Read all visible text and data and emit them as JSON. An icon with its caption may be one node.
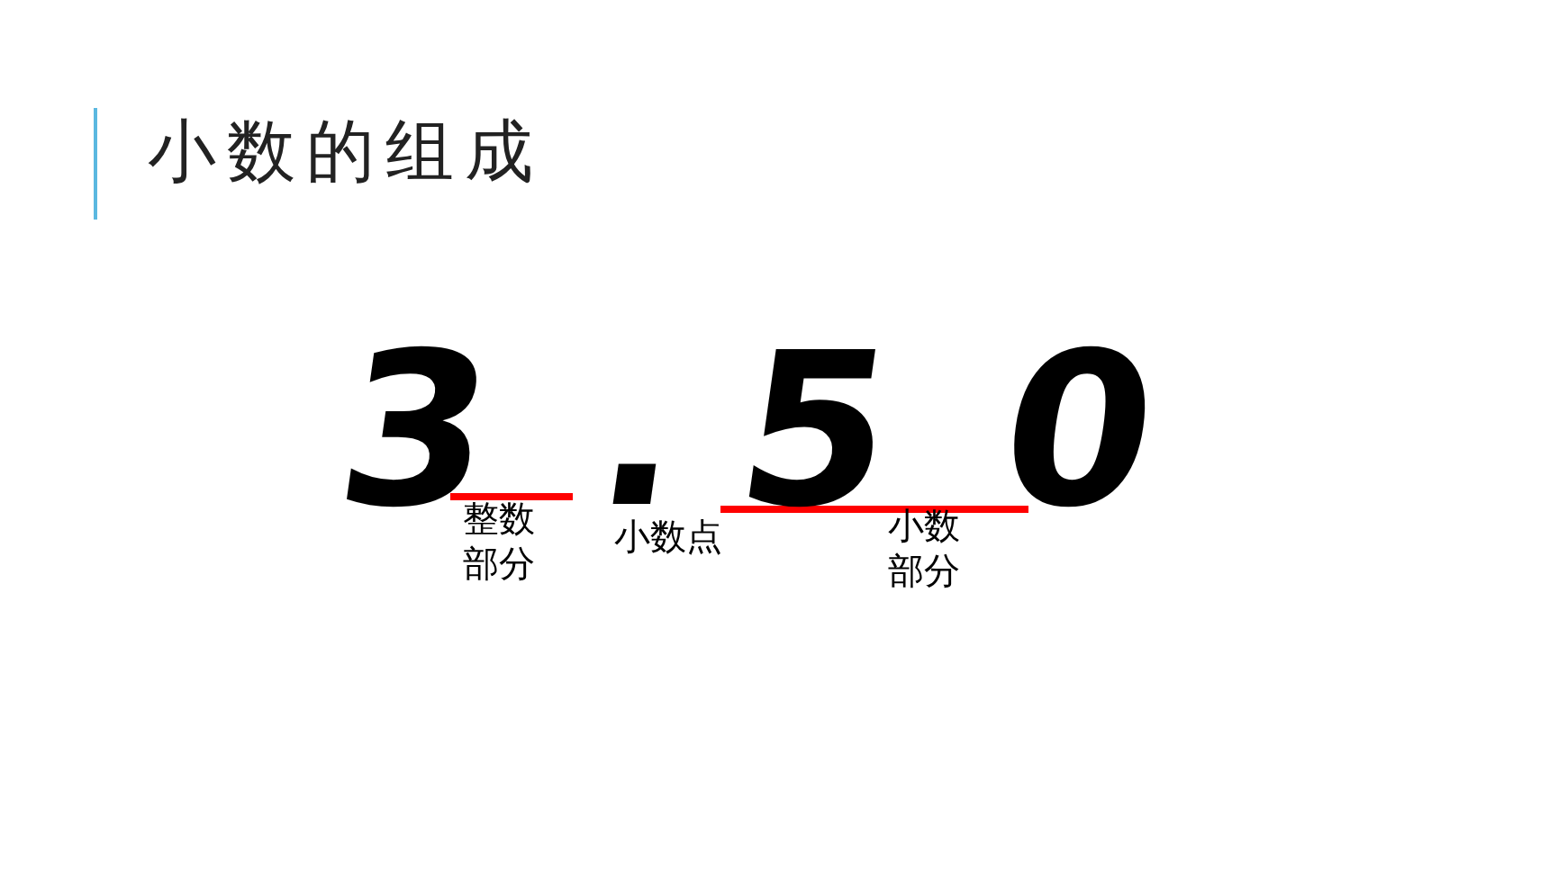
{
  "diagram": {
    "title": "小数的组成",
    "labels": [
      "3",
      ".",
      "5",
      "0",
      "整数部分",
      "小数点",
      "小数部分"
    ]
  }
}
